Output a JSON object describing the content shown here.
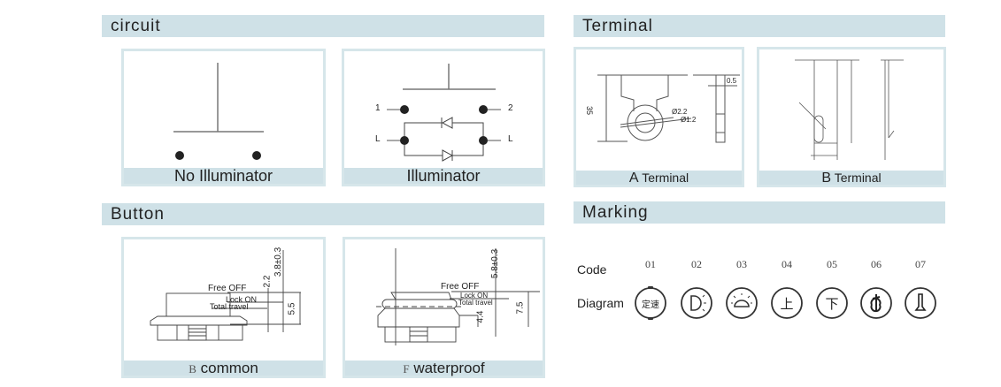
{
  "sections": {
    "circuit": "circuit",
    "terminal": "Terminal",
    "button": "Button",
    "marking": "Marking"
  },
  "circuit": {
    "no_illuminator": "No Illuminator",
    "illuminator": "Illuminator",
    "pins": [
      "1",
      "2",
      "L",
      "L"
    ]
  },
  "terminal": {
    "a_prefix": "A",
    "a_label": "Terminal",
    "b_prefix": "B",
    "b_label": "Terminal",
    "a_dims": [
      "35",
      "0.5",
      "Ø2.2",
      "Ø1.2"
    ]
  },
  "button": {
    "common": {
      "prefix": "B",
      "label": "common",
      "free_off": "Free OFF",
      "lock_on": "Lock ON",
      "total_travel": "Total travel",
      "dims": [
        "2.2",
        "3.8±0.3",
        "5.5"
      ]
    },
    "waterproof": {
      "prefix": "F",
      "label": "waterproof",
      "free_off": "Free OFF",
      "lock_on": "Lock ON",
      "total_travel": "Total travel",
      "dims": [
        "5.8±0.3",
        "7.5",
        "4.4"
      ]
    }
  },
  "marking": {
    "code_label": "Code",
    "diagram_label": "Diagram",
    "codes": [
      "01",
      "02",
      "03",
      "04",
      "05",
      "06",
      "07"
    ],
    "symbols": [
      "定速",
      "headlight-icon",
      "hazard-light-icon",
      "上",
      "下",
      "horn-icon",
      "wiper-icon"
    ]
  }
}
